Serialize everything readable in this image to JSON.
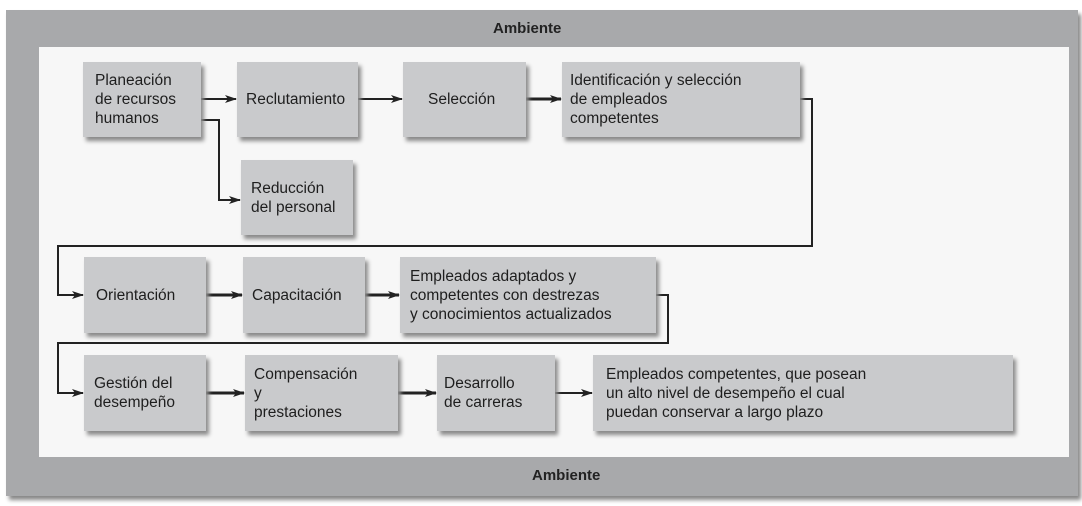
{
  "environment_top": "Ambiente",
  "environment_bottom": "Ambiente",
  "boxes": {
    "planeacion": "Planeación\nde recursos\nhumanos",
    "reclutamiento": "Reclutamiento",
    "seleccion": "Selección",
    "identificacion": "Identificación y selección\nde empleados\ncompetentes",
    "reduccion": "Reducción\ndel personal",
    "orientacion": "Orientación",
    "capacitacion": "Capacitación",
    "adaptados": "Empleados adaptados y\ncompetentes con destrezas\ny conocimientos actualizados",
    "gestion": "Gestión del\ndesempeño",
    "compensacion": "Compensación\ny\nprestaciones",
    "desarrollo": "Desarrollo\nde carreras",
    "competentes": "Empleados competentes, que posean\nun alto nivel de desempeño el cual\npuedan conservar a largo plazo"
  }
}
